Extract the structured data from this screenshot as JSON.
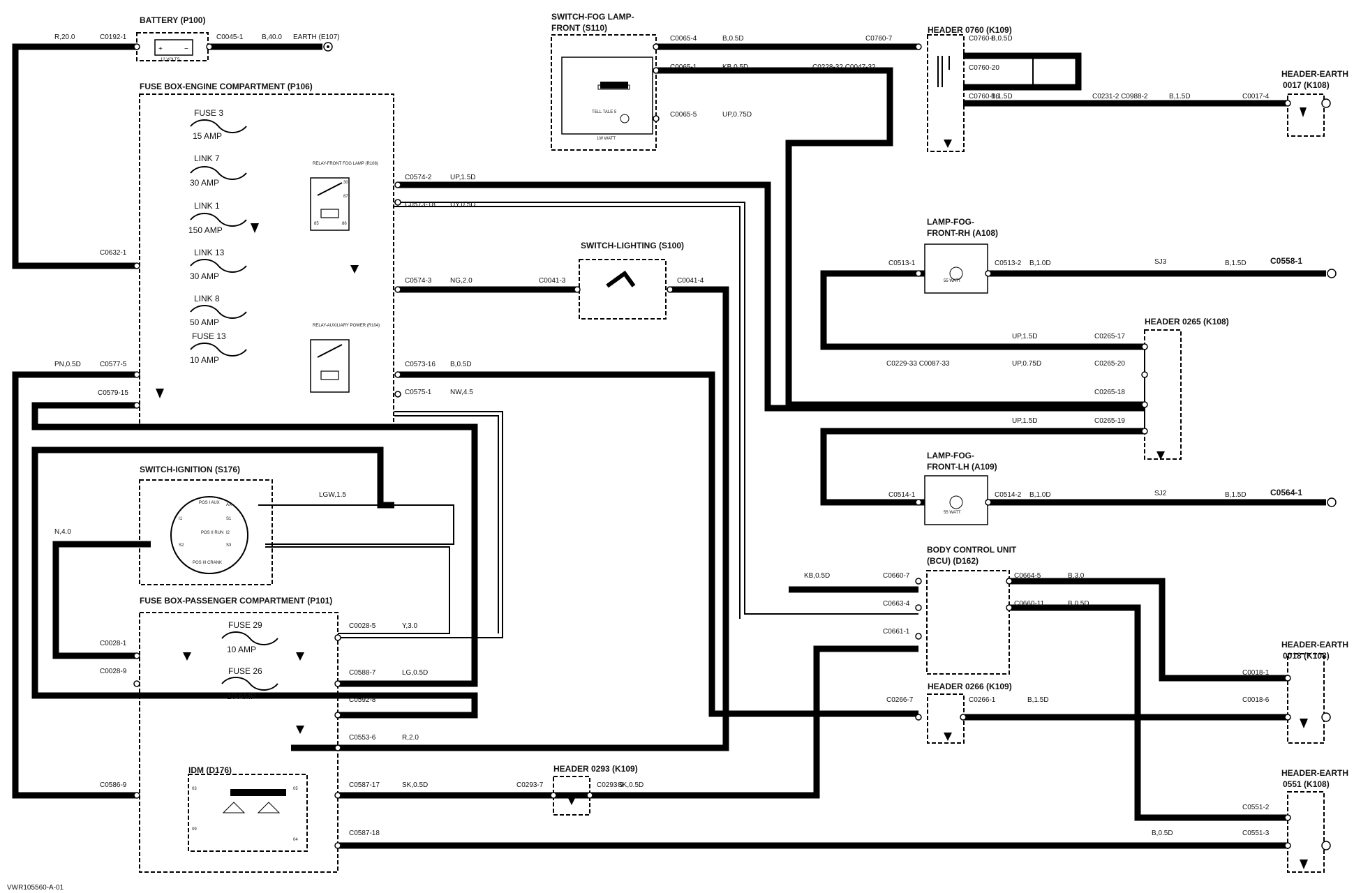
{
  "image_id": "VWR105560-A-01",
  "components": {
    "battery": {
      "title": "BATTERY (P100)",
      "inner": "12 VOLTS"
    },
    "earth_e107": "EARTH (E107)",
    "fuse_engine": {
      "title": "FUSE BOX-ENGINE COMPARTMENT (P106)"
    },
    "switch_fog_front": {
      "title1": "SWITCH-FOG LAMP-",
      "title2": "FRONT (S110)",
      "tell_tale": "TELL TALE 5",
      "watt": "1W WATT"
    },
    "header_0760": {
      "title": "HEADER 0760 (K109)"
    },
    "header_earth_0017": {
      "title1": "HEADER-EARTH",
      "title2": "0017 (K108)"
    },
    "lamp_fog_rh": {
      "title1": "LAMP-FOG-",
      "title2": "FRONT-RH (A108)",
      "watt": "55 WATT"
    },
    "lamp_fog_lh": {
      "title1": "LAMP-FOG-",
      "title2": "FRONT-LH (A109)",
      "watt": "55 WATT"
    },
    "switch_lighting": {
      "title": "SWITCH-LIGHTING (S100)"
    },
    "header_0265": {
      "title": "HEADER 0265 (K108)"
    },
    "switch_ignition": {
      "title": "SWITCH-IGNITION (S176)",
      "aux": "POS I AUX",
      "run": "POS II RUN",
      "crank": "POS III CRANK"
    },
    "fuse_passenger": {
      "title": "FUSE BOX-PASSENGER COMPARTMENT (P101)"
    },
    "bcu": {
      "title1": "BODY CONTROL UNIT",
      "title2": "(BCU) (D162)"
    },
    "header_earth_0018": {
      "title1": "HEADER-EARTH",
      "title2": "0018 (K108)"
    },
    "header_0266": {
      "title": "HEADER 0266 (K109)"
    },
    "header_0293": {
      "title": "HEADER 0293 (K109)"
    },
    "idm": {
      "title": "IDM (D176)"
    },
    "header_earth_0551": {
      "title1": "HEADER-EARTH",
      "title2": "0551 (K108)"
    },
    "relay_fog": {
      "title": "RELAY-FRONT FOG LAMP (R108)"
    },
    "relay_aux": {
      "title": "RELAY-AUXILIARY POWER (R104)"
    }
  },
  "fuses": {
    "fuse3": {
      "name": "FUSE 3",
      "rating": "15 AMP"
    },
    "link7": {
      "name": "LINK 7",
      "rating": "30 AMP"
    },
    "link1": {
      "name": "LINK 1",
      "rating": "150 AMP"
    },
    "link13": {
      "name": "LINK 13",
      "rating": "30 AMP"
    },
    "link8": {
      "name": "LINK 8",
      "rating": "50 AMP"
    },
    "fuse13": {
      "name": "FUSE 13",
      "rating": "10 AMP"
    },
    "fuse29": {
      "name": "FUSE 29",
      "rating": "10 AMP"
    },
    "fuse26": {
      "name": "FUSE 26",
      "rating": "10 AMP"
    }
  },
  "connectors": {
    "c0192_1": "C0192-1",
    "c0045_1": "C0045-1",
    "c0632_1": "C0632-1",
    "c0577_5": "C0577-5",
    "c0579_15": "C0579-15",
    "c0574_2": "C0574-2",
    "c0573_18": "C0573-18",
    "c0574_3": "C0574-3",
    "c0573_16": "C0573-16",
    "c0575_1": "C0575-1",
    "c0065_4": "C0065-4",
    "c0065_1": "C0065-1",
    "c0065_5": "C0065-5",
    "c0760_7": "C0760-7",
    "c0760_8": "C0760-8",
    "c0760_20": "C0760-20",
    "c0760_16": "C0760-16",
    "c0228_c0047": "C0228-32 C0047-32",
    "c0231_c0988": "C0231-2 C0988-2",
    "c0017_4": "C0017-4",
    "c0513_1": "C0513-1",
    "c0513_2": "C0513-2",
    "c0558_1": "C0558-1",
    "c0041_3": "C0041-3",
    "c0041_4": "C0041-4",
    "c0265_17": "C0265-17",
    "c0229_c0087": "C0229-33 C0087-33",
    "c0265_20": "C0265-20",
    "c0265_18": "C0265-18",
    "c0265_19": "C0265-19",
    "c0514_1": "C0514-1",
    "c0514_2": "C0514-2",
    "c0564_1": "C0564-1",
    "c0660_7": "C0660-7",
    "c0663_4": "C0663-4",
    "c0661_1": "C0661-1",
    "c0664_5": "C0664-5",
    "c0660_11": "C0660-11",
    "c0028_1": "C0028-1",
    "c0028_9": "C0028-9",
    "c0028_5": "C0028-5",
    "c0588_7": "C0588-7",
    "c0592_8": "C0592-8",
    "c0553_6": "C0553-6",
    "c0586_9": "C0586-9",
    "c0587_17": "C0587-17",
    "c0587_18": "C0587-18",
    "c0293_7": "C0293-7",
    "c0293_9": "C0293-9",
    "c0266_7": "C0266-7",
    "c0266_1": "C0266-1",
    "c0018_1": "C0018-1",
    "c0018_6": "C0018-6",
    "c0551_2": "C0551-2",
    "c0551_3": "C0551-3",
    "sj3": "SJ3",
    "sj2": "SJ2"
  },
  "wires": {
    "r20": "R,20.0",
    "b40": "B,40.0",
    "b05a": "B,0.5D",
    "kb05": "KB,0.5D",
    "up075a": "UP,0.75D",
    "b05b": "B,0.5D",
    "b15a": "B,1.5D",
    "b15b": "B,1.5D",
    "up15a": "UP,1.5D",
    "uy05": "UY,0.5D",
    "ng20": "NG,2.0",
    "b05c": "B,0.5D",
    "nw45": "NW,4.5",
    "pn05": "PN,0.5D",
    "b10a": "B,1.0D",
    "b15c": "B,1.5D",
    "up15b": "UP,1.5D",
    "up075b": "UP,0.75D",
    "up15c": "UP,1.5D",
    "b10b": "B,1.0D",
    "b15d": "B,1.5D",
    "kb05b": "KB,0.5D",
    "b30": "B,3.0",
    "b05d": "B,0.5D",
    "lgw15": "LGW,1.5",
    "n40": "N,4.0",
    "y30": "Y,3.0",
    "lg05": "LG,0.5D",
    "r2": "R,2.0",
    "sk05a": "SK,0.5D",
    "sk05b": "SK,0.5D",
    "b15e": "B,1.5D",
    "b05e": "B,0.5D"
  },
  "pins": {
    "aux": "AX",
    "i1": "I1",
    "s1": "S1",
    "s2": "S2",
    "i2": "I2",
    "s3": "S3",
    "p03": "03",
    "p05": "05",
    "p09": "09",
    "p04": "04",
    "r30": "30",
    "r85": "85",
    "r86": "86",
    "r87": "87"
  }
}
